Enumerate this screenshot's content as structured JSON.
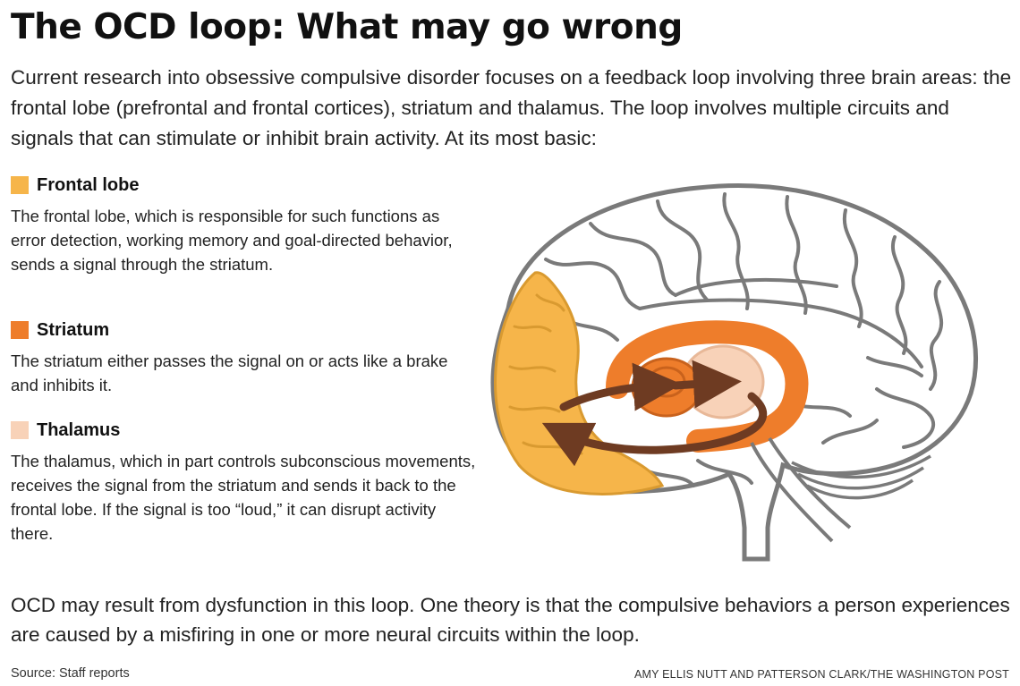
{
  "title": "The OCD loop: What may go wrong",
  "intro": "Current research into obsessive compulsive disorder focuses on a feedback loop involving three brain areas: the frontal lobe (prefrontal and frontal cortices), striatum and thalamus. The loop involves multiple circuits and signals that can stimulate or inhibit brain activity. At its most basic:",
  "legend": [
    {
      "title": "Frontal lobe",
      "color": "#f6b54a",
      "text": "The frontal lobe, which is responsible for such functions as error detection, working memory and goal-directed behavior, sends a signal through the striatum."
    },
    {
      "title": "Striatum",
      "color": "#ee7d2b",
      "text": "The striatum either passes the signal on or acts like a brake and inhibits it."
    },
    {
      "title": "Thalamus",
      "color": "#f8d2b8",
      "text": "The thalamus, which in part controls subconscious movements, receives the signal from the striatum and sends it back to the frontal lobe. If the signal is too “loud,” it can disrupt activity there."
    }
  ],
  "conclusion": "OCD may result from dysfunction in this loop. One theory is that the compulsive behaviors a person experiences are caused by a misfiring in one or more neural circuits within the loop.",
  "source": "Source: Staff reports",
  "credit": "AMY ELLIS NUTT AND PATTERSON CLARK/THE WASHINGTON POST",
  "colors": {
    "outline": "#7a7a7a",
    "arrow": "#6e3b22"
  }
}
